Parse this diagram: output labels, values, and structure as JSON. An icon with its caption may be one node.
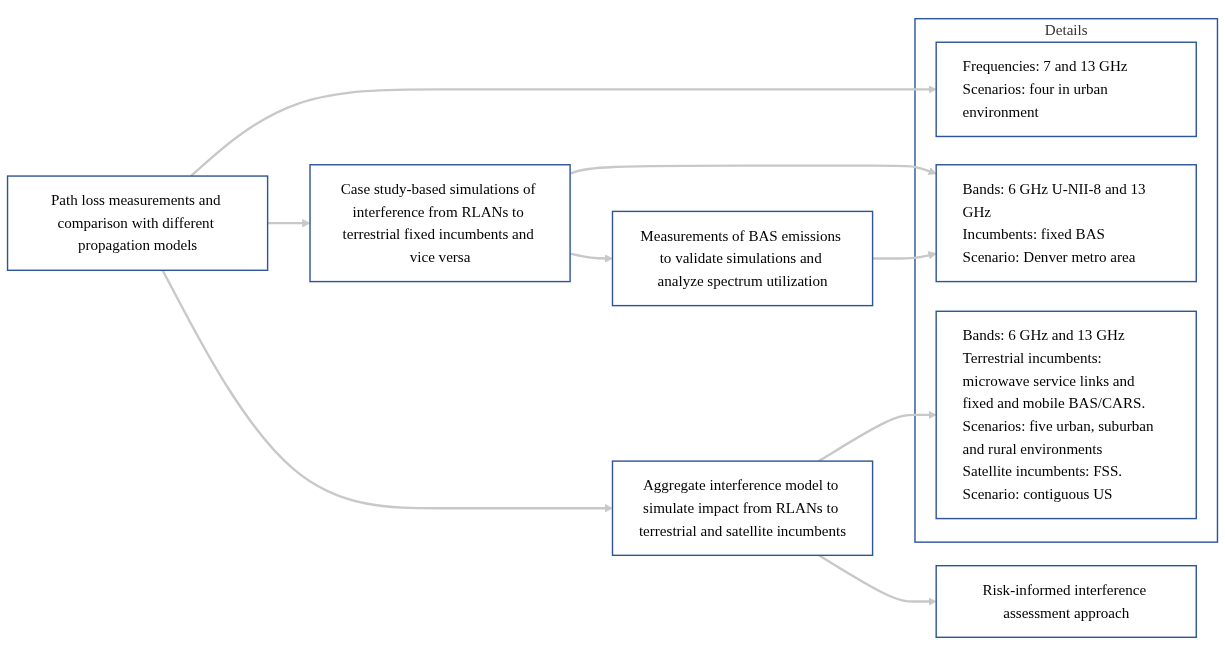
{
  "diagram": {
    "nodes": [
      {
        "text": [
          "Path loss measurements and comparison with different propagation models"
        ]
      },
      {
        "text": [
          "Case study-based simulations of interference from RLANs to terrestrial fixed incumbents and vice versa"
        ]
      },
      {
        "text": [
          "Measurements of BAS emissions to validate simulations and analyze spectrum utilization"
        ]
      },
      {
        "text": [
          "Aggregate interference model to simulate impact from RLANs to terrestrial and satellite incumbents"
        ]
      },
      {
        "text": [
          "Risk-informed interference assessment approach"
        ]
      },
      {
        "text": [
          "Details"
        ]
      },
      {
        "text": [
          "Frequencies: 7 and 13 GHz",
          "Scenarios: four in urban environment"
        ],
        "in": 5
      },
      {
        "text": [
          "Bands: 6 GHz U-NII-8 and 13 GHz",
          "Incumbents: fixed BAS",
          "Scenario: Denver metro area"
        ],
        "in": 5
      },
      {
        "text": [
          "Bands: 6 GHz and 13 GHz",
          "Terrestrial incumbents: microwave service links and fixed and mobile BAS/CARS. Scenarios: five urban, suburban and rural environments",
          "Satellite incumbents: FSS. Scenario: contiguous US"
        ],
        "in": 5
      }
    ],
    "edges": [
      {
        "from": 0,
        "to": 3,
        "arrow": "to"
      },
      {
        "from": 0,
        "to": 1,
        "arrow": "to"
      },
      {
        "from": 1,
        "to": 2,
        "arrow": "to"
      },
      {
        "from": 3,
        "to": 4,
        "arrow": "to"
      },
      {
        "from": 0,
        "to": 6,
        "arrow": "to"
      },
      {
        "from": 1,
        "to": 7,
        "arrow": "to"
      },
      {
        "from": 2,
        "to": 7,
        "arrow": "to"
      },
      {
        "from": 3,
        "to": 8,
        "arrow": "to"
      }
    ]
  }
}
